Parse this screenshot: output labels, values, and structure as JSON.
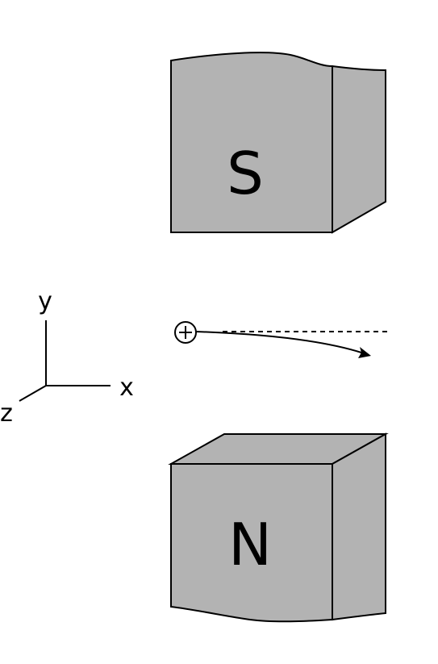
{
  "magnets": {
    "top": {
      "label": "S"
    },
    "bottom": {
      "label": "N"
    }
  },
  "axes": {
    "x_label": "x",
    "y_label": "y",
    "z_label": "z"
  },
  "particle": {
    "charge_sign": "+"
  },
  "colors": {
    "magnet_fill": "#b3b3b3",
    "line": "#000000",
    "background": "#ffffff"
  }
}
